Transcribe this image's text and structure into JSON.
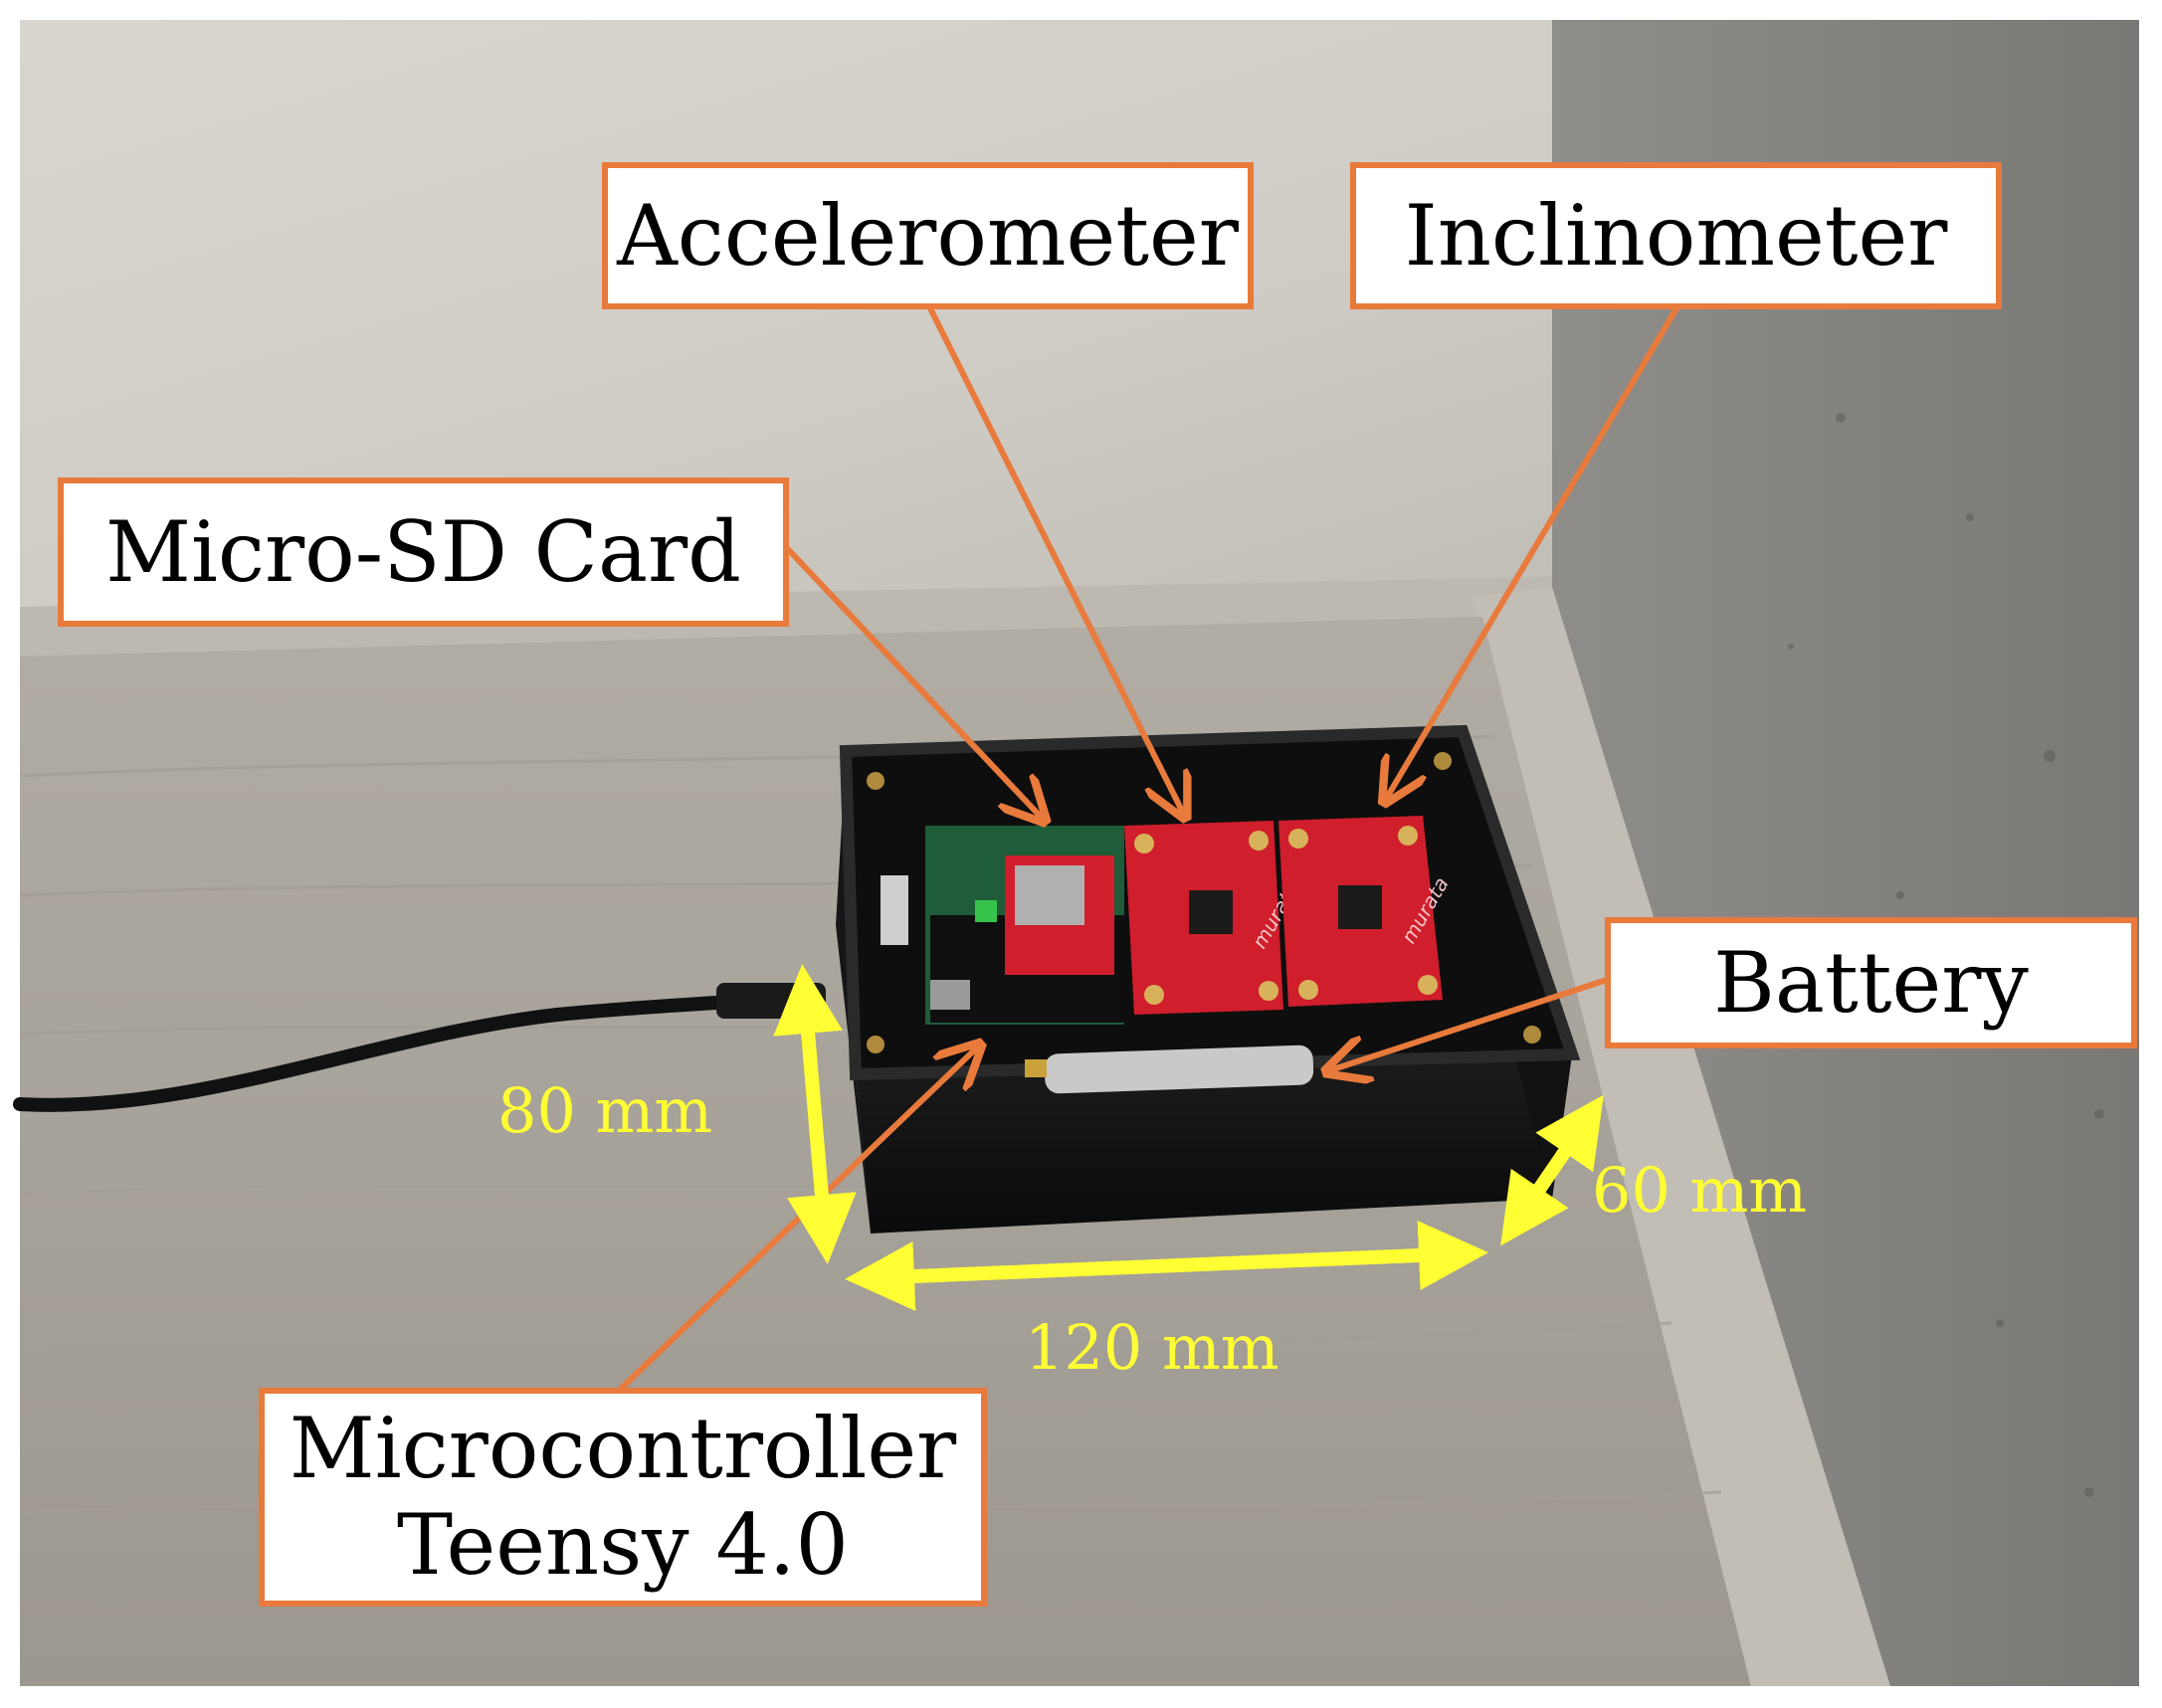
{
  "labels": {
    "accelerometer": "Accelerometer",
    "inclinometer": "Inclinometer",
    "micro_sd_card": "Micro-SD Card",
    "battery": "Battery",
    "microcontroller_line1": "Microcontroller",
    "microcontroller_line2": "Teensy 4.0"
  },
  "dimensions": {
    "height": "80 mm",
    "width": "120 mm",
    "depth": "60 mm"
  },
  "colors": {
    "callout_border": "#e87a3c",
    "leader_line": "#e87a3c",
    "dimension_arrow": "#ffff33",
    "dimension_text": "#ffff33",
    "enclosure": "#151515",
    "sensor_board": "#d01e2c",
    "microcontroller_board": "#1e5a3a"
  },
  "icons": {
    "sensor_logo": "murata-logo"
  }
}
